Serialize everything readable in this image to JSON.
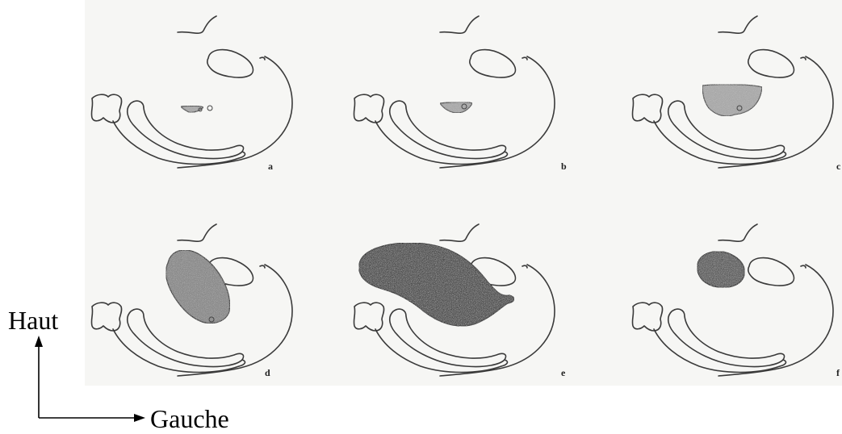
{
  "panels": [
    {
      "id": "a",
      "label": "a",
      "mass_stage": 1
    },
    {
      "id": "b",
      "label": "b",
      "mass_stage": 2
    },
    {
      "id": "c",
      "label": "c",
      "mass_stage": 3
    },
    {
      "id": "d",
      "label": "d",
      "mass_stage": 4
    },
    {
      "id": "e",
      "label": "e",
      "mass_stage": 5
    },
    {
      "id": "f",
      "label": "f",
      "mass_stage": 6
    }
  ],
  "orientation": {
    "up_label": "Haut",
    "right_label": "Gauche"
  },
  "colors": {
    "outline": "#3a3a3a",
    "mass_light": "#a9a9a9",
    "mass_dark": "#4b4b4b",
    "scan_background": "#f6f6f4"
  }
}
